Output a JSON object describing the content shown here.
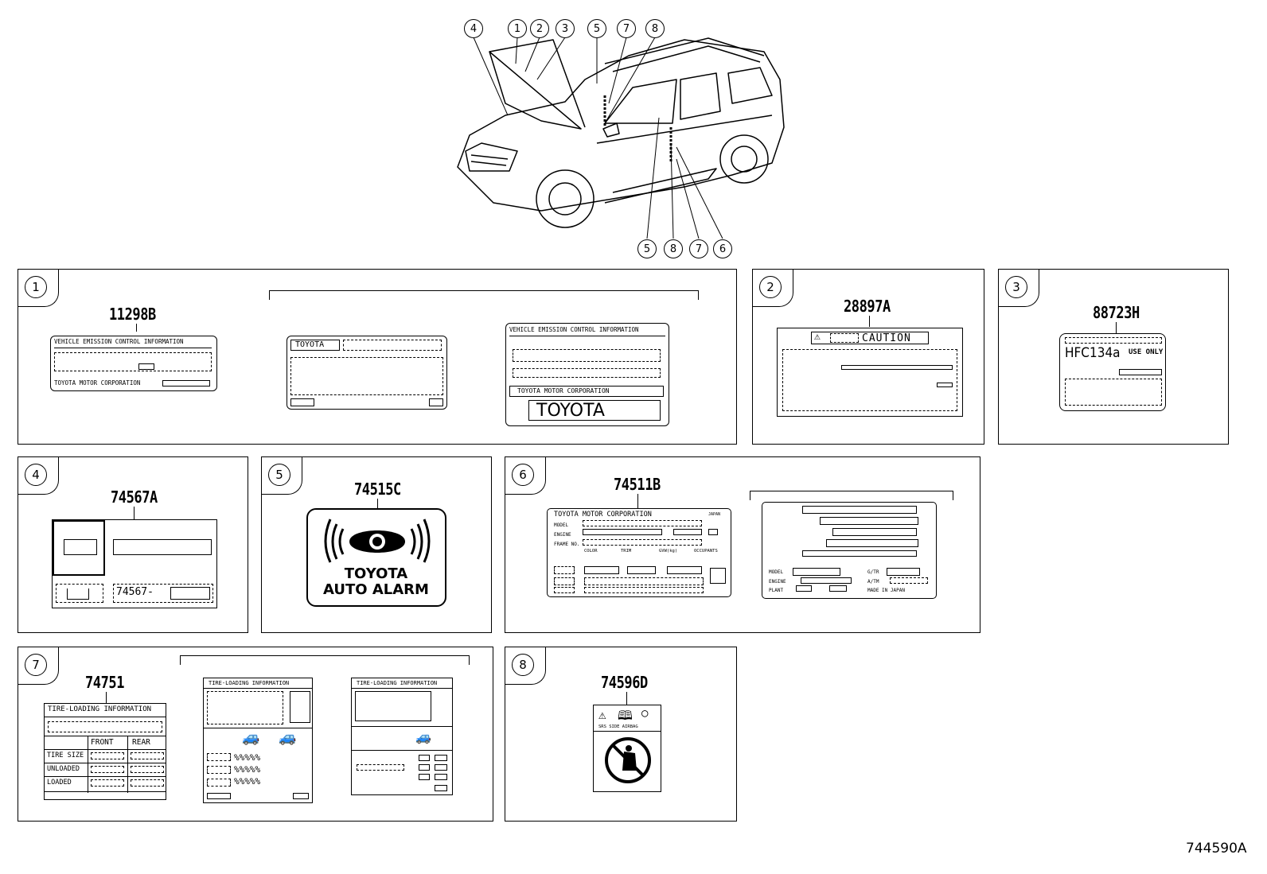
{
  "figure_code": "744590A",
  "car_callouts_top": [
    "4",
    "1",
    "2",
    "3",
    "5",
    "7",
    "8"
  ],
  "car_callouts_bottom": [
    "5",
    "8",
    "7",
    "6"
  ],
  "panels": {
    "p1": {
      "num": "1",
      "part": "11298B",
      "label_a": {
        "title": "VEHICLE EMISSION CONTROL INFORMATION",
        "footer": "TOYOTA MOTOR CORPORATION"
      },
      "label_b": {
        "brand": "TOYOTA"
      },
      "label_c": {
        "title": "VEHICLE EMISSION CONTROL INFORMATION",
        "footer": "TOYOTA MOTOR CORPORATION",
        "logo": "TOYOTA"
      }
    },
    "p2": {
      "num": "2",
      "part": "28897A",
      "caution": "CAUTION"
    },
    "p3": {
      "num": "3",
      "part": "88723H",
      "refrigerant": "HFC134a",
      "use_only": "USE ONLY"
    },
    "p4": {
      "num": "4",
      "part": "74567A",
      "code_prefix": "74567-"
    },
    "p5": {
      "num": "5",
      "part": "74515C",
      "line1": "TOYOTA",
      "line2": "AUTO ALARM"
    },
    "p6": {
      "num": "6",
      "part": "74511B",
      "label_a": {
        "title": "TOYOTA MOTOR CORPORATION",
        "country": "JAPAN",
        "model": "MODEL",
        "engine": "ENGINE",
        "frame": "FRAME NO.",
        "color": "COLOR",
        "trim": "TRIM",
        "gvw": "GVW(kg)",
        "occupants": "OCCUPANTS"
      },
      "label_b": {
        "model": "MODEL",
        "engine": "ENGINE",
        "plant": "PLANT",
        "gtr": "G/TR",
        "atm": "A/TM",
        "made": "MADE IN JAPAN"
      }
    },
    "p7": {
      "num": "7",
      "part": "74751",
      "label_a": {
        "title": "TIRE-LOADING INFORMATION",
        "front": "FRONT",
        "rear": "REAR",
        "tire_size": "TIRE SIZE",
        "unloaded": "UNLOADED",
        "loaded": "LOADED"
      },
      "label_b": {
        "title": "TIRE-LOADING INFORMATION"
      },
      "label_c": {
        "title": "TIRE-LOADING INFORMATION"
      }
    },
    "p8": {
      "num": "8",
      "part": "74596D",
      "icons_caption": "SRS SIDE AIRBAG"
    }
  }
}
